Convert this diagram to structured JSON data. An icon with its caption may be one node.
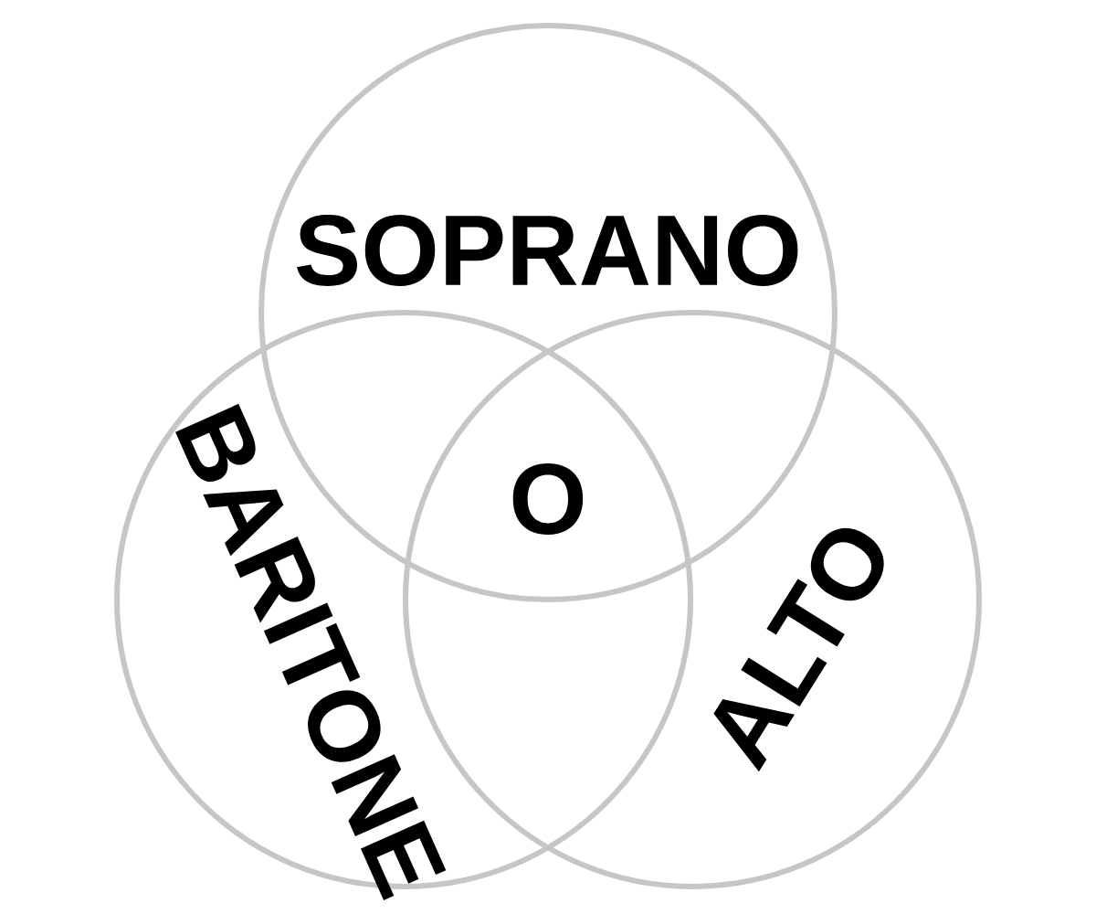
{
  "diagram": {
    "nodes": [
      {
        "text": [
          "SOPRANO"
        ]
      },
      {
        "text": [
          "BARITONE"
        ]
      },
      {
        "text": [
          "ALTO"
        ]
      }
    ],
    "labels": [
      "O"
    ]
  }
}
